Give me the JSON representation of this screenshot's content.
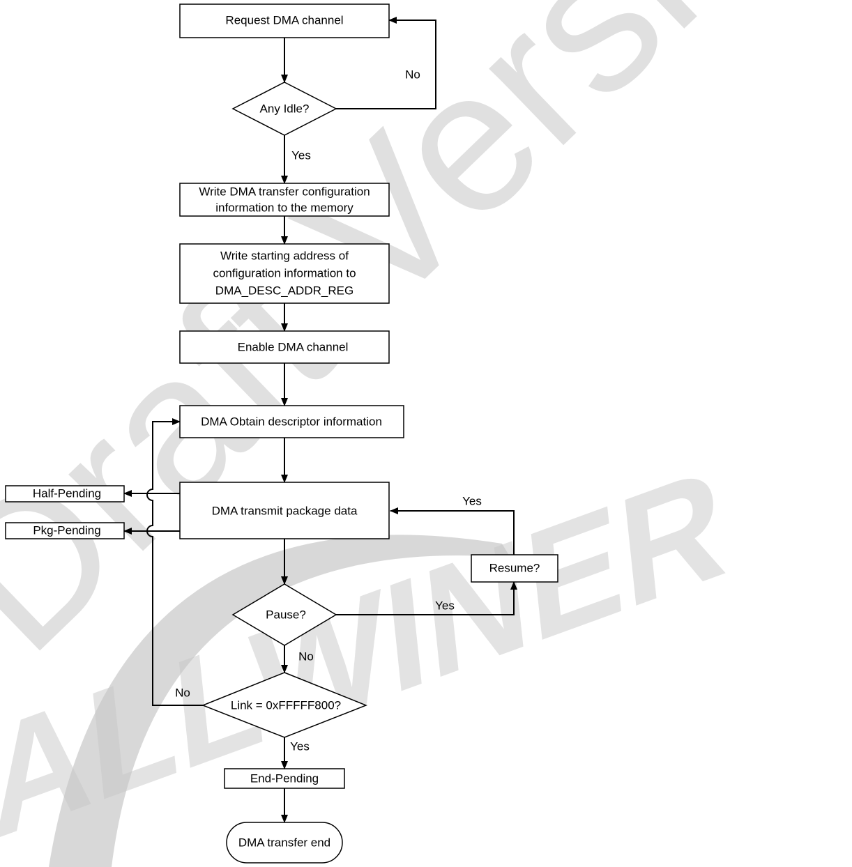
{
  "watermark": {
    "text": "Draft Version",
    "logo_text": "ALLWINER",
    "color": "#c8c8c8"
  },
  "flowchart": {
    "nodes": {
      "request": "Request DMA channel",
      "any_idle": "Any Idle?",
      "write_config_1": "Write DMA transfer configuration",
      "write_config_2": "information to the memory",
      "write_addr_1": "Write starting address of",
      "write_addr_2": "configuration information to",
      "write_addr_3": "DMA_DESC_ADDR_REG",
      "enable": "Enable DMA channel",
      "obtain": "DMA Obtain descriptor information",
      "transmit": "DMA  transmit  package data",
      "half_pending": "Half-Pending",
      "pkg_pending": "Pkg-Pending",
      "resume": "Resume?",
      "pause": "Pause?",
      "link": "Link = 0xFFFFF800?",
      "end_pending": "End-Pending",
      "end": "DMA transfer end"
    },
    "edge_labels": {
      "idle_no": "No",
      "idle_yes": "Yes",
      "resume_yes": "Yes",
      "pause_yes": "Yes",
      "pause_no": "No",
      "link_no": "No",
      "link_yes": "Yes"
    }
  }
}
